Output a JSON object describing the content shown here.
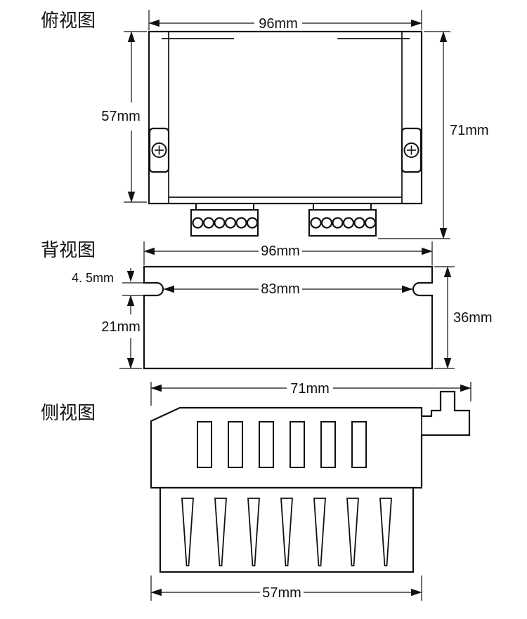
{
  "colors": {
    "line": "#111111",
    "background": "#ffffff"
  },
  "views": {
    "top": {
      "title": "俯视图",
      "dim_width": "96mm",
      "dim_height_left": "57mm",
      "dim_height_right": "71mm"
    },
    "back": {
      "title": "背视图",
      "dim_width": "96mm",
      "dim_slot_span": "83mm",
      "dim_slot_height": "4. 5mm",
      "dim_lower_height": "21mm",
      "dim_total_height": "36mm"
    },
    "side": {
      "title": "侧视图",
      "dim_width": "71mm",
      "dim_body_width": "57mm"
    }
  }
}
